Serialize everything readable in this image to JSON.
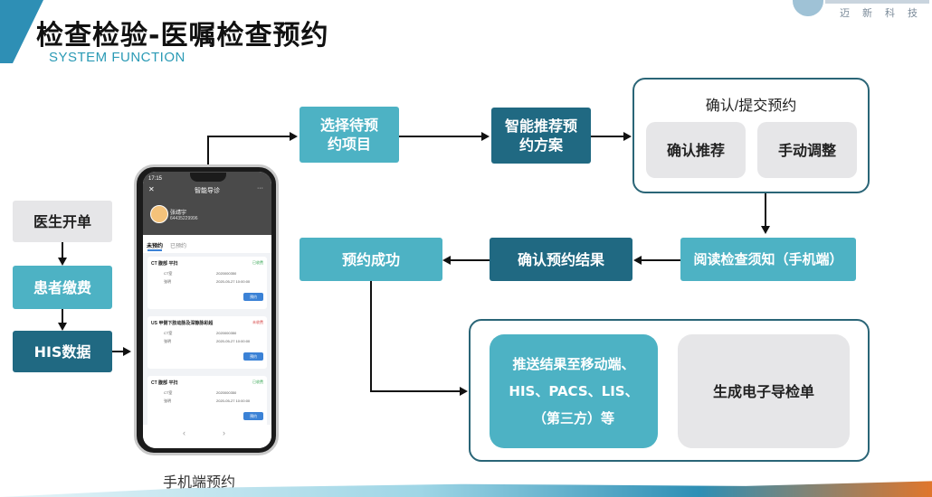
{
  "header": {
    "title": "检查检验-医嘱检查预约",
    "subtitle": "SYSTEM FUNCTION",
    "logo_text": "迈新科技"
  },
  "flow": {
    "doctor_order": "医生开单",
    "patient_pay": "患者缴费",
    "his_data": "HIS数据",
    "select_items": "选择待预约项目",
    "smart_recommend": "智能推荐预约方案",
    "confirm_submit_title": "确认/提交预约",
    "confirm_recommend": "确认推荐",
    "manual_adjust": "手动调整",
    "read_notice": "阅读检查须知（手机端）",
    "confirm_result": "确认预约结果",
    "booking_success": "预约成功",
    "push_result": "推送结果至移动端、HIS、PACS、LIS、（第三方）等",
    "generate_guide": "生成电子导检单"
  },
  "phone": {
    "time": "17:15",
    "app_title": "智能导诊",
    "user_name": "张靖宇",
    "user_id": "64435229996",
    "tab_pending": "未预约",
    "tab_done": "已预约",
    "cards": [
      {
        "title": "CT 腹部 平扫",
        "status": "已收费",
        "room": "CT室",
        "doctor": "张明",
        "apply_no": "2020000350",
        "time": "2020-05-27 10:00:00",
        "button": "预约"
      },
      {
        "title": "US 甲侧下肢动脉及深静脉彩超",
        "status": "未收费",
        "room": "CT室",
        "doctor": "张明",
        "apply_no": "2020000350",
        "time": "2020-05-27 10:00:00",
        "button": "预约"
      },
      {
        "title": "CT 腹部 平扫",
        "status": "已收费",
        "room": "CT室",
        "doctor": "张明",
        "apply_no": "2020000350",
        "time": "2020-05-27 10:00:00",
        "button": "预约"
      }
    ],
    "caption": "手机端预约"
  },
  "colors": {
    "gray_box": "#e6e6e8",
    "light_teal": "#4db2c4",
    "dark_teal": "#206982",
    "frame_border": "#2a6577",
    "accent_blue": "#3b82d6"
  }
}
